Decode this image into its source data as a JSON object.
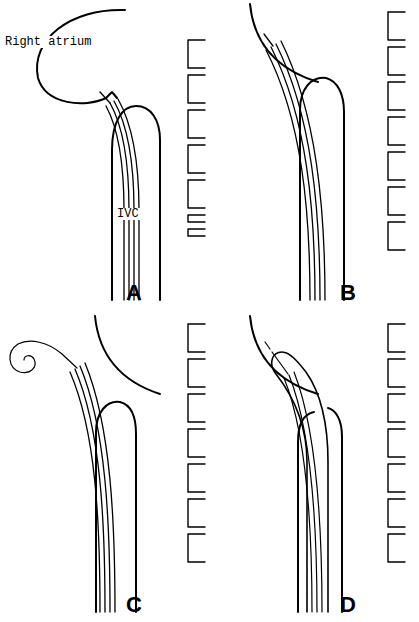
{
  "diagram": {
    "labels": [
      "Right atrium",
      "IVC",
      "A",
      "B",
      "C",
      "D"
    ]
  }
}
